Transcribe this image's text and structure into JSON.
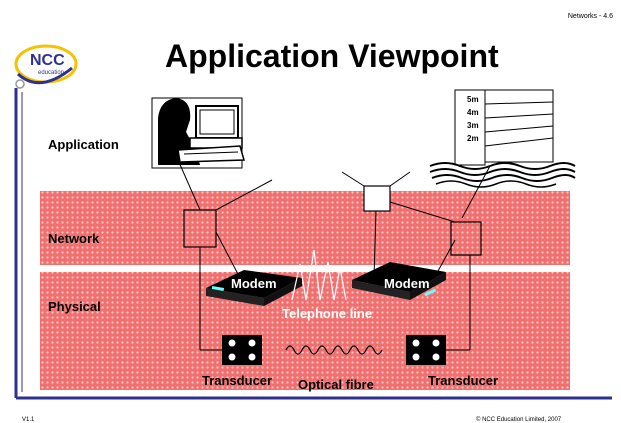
{
  "slide": {
    "header_tag": "Networks - 4.6",
    "title": "Application Viewpoint",
    "logo_text": "NCC",
    "logo_subtext": "education",
    "footer_left": "V1.1",
    "footer_right": "© NCC Education Limited, 2007"
  },
  "layers": {
    "application": "Application",
    "network": "Network",
    "physical": "Physical"
  },
  "diagram": {
    "modem_left": "Modem",
    "modem_right": "Modem",
    "telephone_line": "Telephone line",
    "transducer_left": "Transducer",
    "transducer_right": "Transducer",
    "optical_fibre": "Optical fibre",
    "depth_marks": [
      "5m",
      "4m",
      "3m",
      "2m"
    ]
  },
  "colors": {
    "band_fill": "#F07070",
    "dot_color": "#FFC8C8",
    "accent_blue": "#2E3192",
    "logo_yellow": "#F5C200"
  }
}
